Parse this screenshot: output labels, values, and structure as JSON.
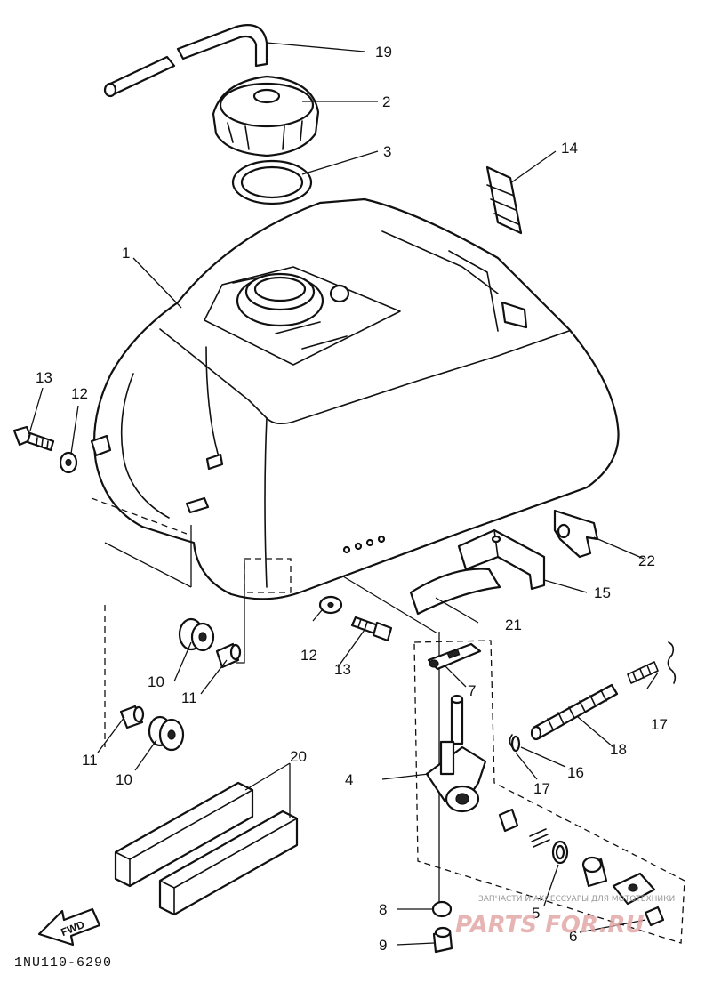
{
  "diagram_code": "1NU110-6290",
  "direction_label": "FWD",
  "watermark": {
    "caption": "ЗАПЧАСТИ И АКСЕССУАРЫ ДЛЯ МОТОТЕХНИКИ",
    "logo": "PARTS FOR.RU"
  },
  "callouts": {
    "c1": "1",
    "c2": "2",
    "c3": "3",
    "c4": "4",
    "c5": "5",
    "c6": "6",
    "c7": "7",
    "c8": "8",
    "c9": "9",
    "c10a": "10",
    "c10b": "10",
    "c11a": "11",
    "c11b": "11",
    "c12a": "12",
    "c12b": "12",
    "c13a": "13",
    "c13b": "13",
    "c14": "14",
    "c15": "15",
    "c16": "16",
    "c17a": "17",
    "c17b": "17",
    "c18": "18",
    "c19": "19",
    "c20": "20",
    "c21": "21",
    "c22": "22"
  }
}
